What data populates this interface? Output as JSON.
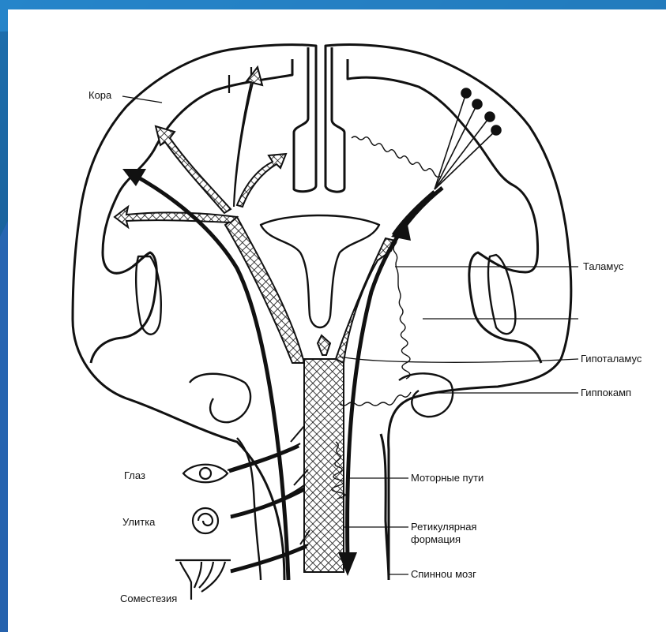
{
  "labels": {
    "cortex": "Кора",
    "thalamus": "Таламус",
    "hypothalamus": "Гипоталамус",
    "hippocampus": "Гиппокамп",
    "eye": "Глаз",
    "cochlea": "Улитка",
    "somesthesia": "Соместезия",
    "motor_paths": "Моторные пути",
    "reticular_line1": "Ретикулярная",
    "reticular_line2": "формация",
    "spinal_cord": "Спинноu мозг"
  },
  "colors": {
    "background_frame": "#0d3a66",
    "accent_band": "#1f7fc4",
    "slide": "#ffffff",
    "ink": "#111111"
  }
}
